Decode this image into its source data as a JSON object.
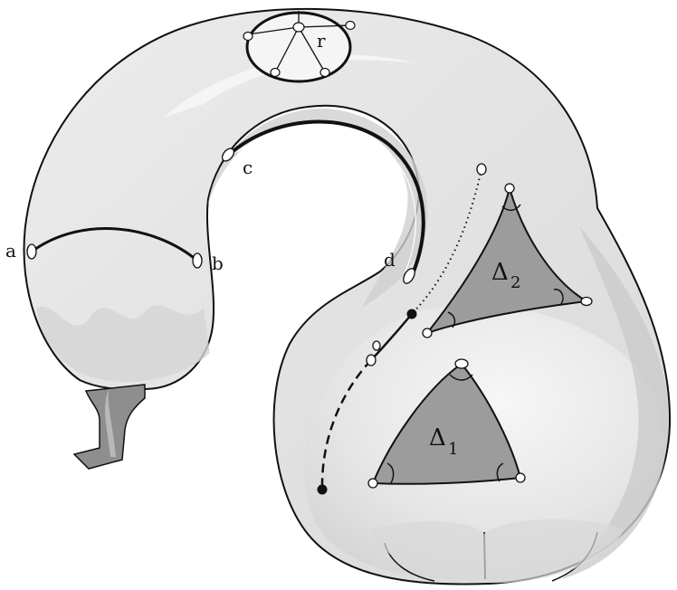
{
  "labels": {
    "a": "a",
    "b": "b",
    "c": "c",
    "d": "d",
    "r": "r",
    "delta1": "Δ",
    "delta1_sub": "1",
    "delta2": "Δ",
    "delta2_sub": "2"
  },
  "colors": {
    "surface": "#e3e3e3",
    "surface_shadow": "#cfcfcf",
    "surface_highlight": "#f3f3f3",
    "triangle_fill": "#9c9c9c",
    "outline": "#111111",
    "stem": "#8e8e8e",
    "stem_inner": "#b8b8b8"
  }
}
